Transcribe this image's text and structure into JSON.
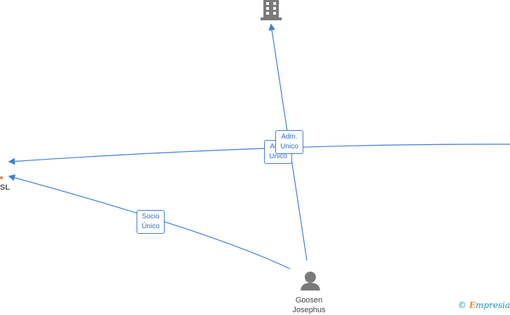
{
  "nodes": {
    "building": {
      "icon": "building-icon"
    },
    "left_company": {
      "label": "SL",
      "icon": "company-dot-icon"
    },
    "person": {
      "name_line1": "Goosen",
      "name_line2": "Josephus",
      "icon": "person-icon"
    }
  },
  "edges": {
    "adm_front": {
      "line1": "Adm.",
      "line2": "Unico"
    },
    "adm_back": {
      "line1": "Adm.",
      "line2": "Unico"
    },
    "socio": {
      "line1": "Socio",
      "line2": "Único"
    }
  },
  "branding": {
    "copyright": "©",
    "brand_e": "E",
    "brand_rest": "mpresia"
  },
  "colors": {
    "edge": "#3b7dd8",
    "icon": "#7a7a7a",
    "accent": "#f07a2a"
  }
}
